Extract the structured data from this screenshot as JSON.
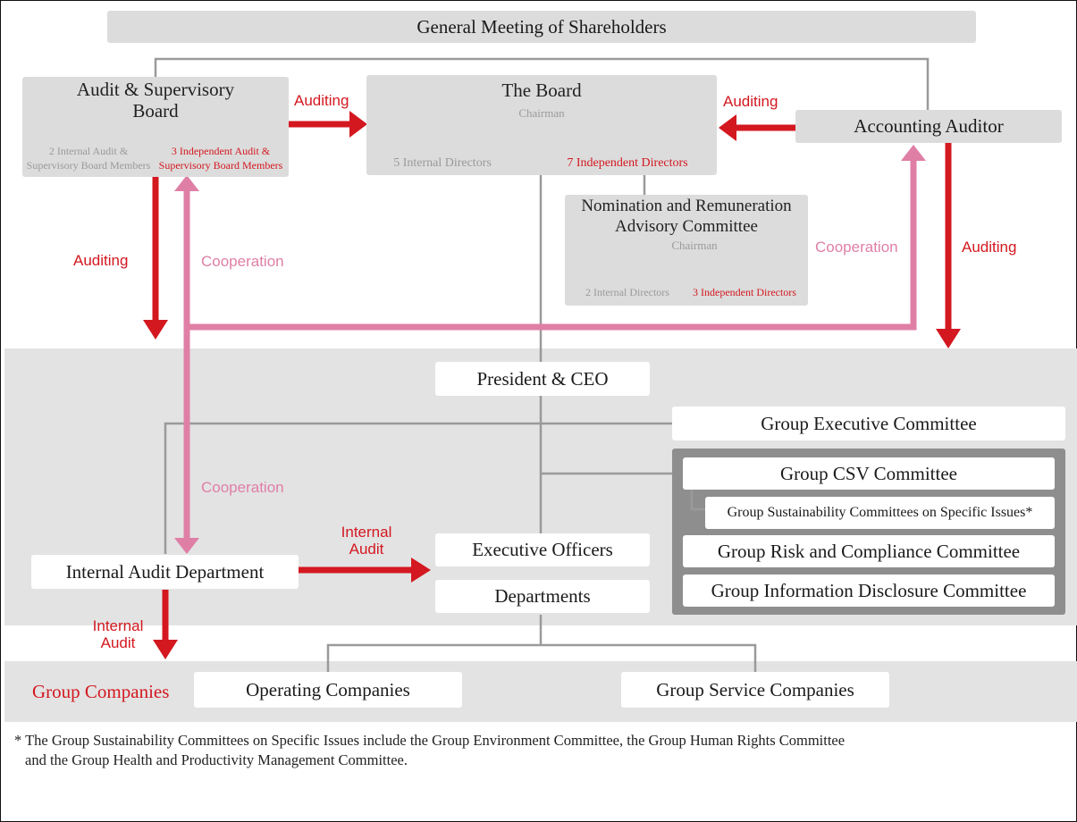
{
  "shareholders": "General Meeting of Shareholders",
  "audit_board": {
    "title_line1": "Audit & Supervisory",
    "title_line2": "Board",
    "internal_line1": "2 Internal Audit &",
    "internal_line2": "Supervisory Board Members",
    "independent_line1": "3 Independent Audit &",
    "independent_line2": "Supervisory Board Members"
  },
  "board": {
    "title": "The Board",
    "chairman": "Chairman",
    "internal": "5 Internal Directors",
    "independent": "7 Independent Directors"
  },
  "nomination": {
    "title_line1": "Nomination and Remuneration",
    "title_line2": "Advisory Committee",
    "chairman": "Chairman",
    "internal": "2 Internal Directors",
    "independent": "3 Independent Directors"
  },
  "accounting_auditor": "Accounting Auditor",
  "relations": {
    "auditing": "Auditing",
    "cooperation": "Cooperation",
    "internal_audit_line1": "Internal",
    "internal_audit_line2": "Audit"
  },
  "president": "President & CEO",
  "group_exec": "Group Executive Committee",
  "committees": {
    "csv": "Group CSV Committee",
    "sustainability": "Group Sustainability Committees on Specific Issues*",
    "risk": "Group Risk and Compliance Committee",
    "disclosure": "Group Information Disclosure Committee"
  },
  "internal_audit_dept": "Internal Audit Department",
  "executive_officers": "Executive Officers",
  "departments": "Departments",
  "group_companies": "Group Companies",
  "operating_companies": "Operating Companies",
  "service_companies": "Group Service Companies",
  "footnote_line1": "* The Group Sustainability Committees on Specific Issues include the Group Environment Committee, the Group Human Rights Committee",
  "footnote_line2": "and the Group Health and Productivity Management Committee.",
  "colors": {
    "red": "#d31820",
    "pink": "#df7fa6",
    "band": "#e3e3e3",
    "box_gray": "#dcdcdc",
    "line_gray": "#9a9a9a"
  }
}
